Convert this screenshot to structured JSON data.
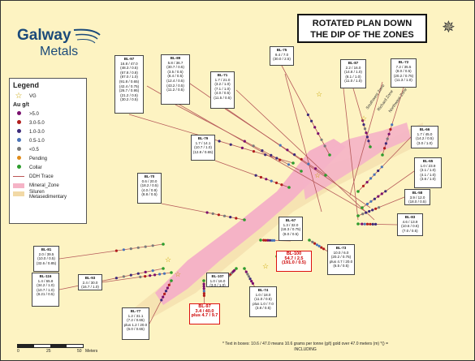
{
  "title_lines": [
    "ROTATED PLAN DOWN",
    "THE DIP OF THE ZONES"
  ],
  "logo": {
    "main": "Galway",
    "sub": "Metals"
  },
  "legend": {
    "title": "Legend",
    "vg_label": "VG",
    "au_header": "Au g/t",
    "grades": [
      {
        "label": ">5.0",
        "color": "#7a0f6e"
      },
      {
        "label": "3.0-5.0",
        "color": "#b11c1c"
      },
      {
        "label": "1.0-3.0",
        "color": "#3d2a7a"
      },
      {
        "label": "0.5-1.0",
        "color": "#4a74b8"
      },
      {
        "label": "<0.5",
        "color": "#7a7a7a"
      },
      {
        "label": "Pending",
        "color": "#e08c1a"
      },
      {
        "label": "Collar",
        "color": "#2d9c2d"
      }
    ],
    "trace_label": "DDH Trace",
    "zone_label": "Mineral_Zone",
    "sed_label": "Siluren Metasedimentary"
  },
  "colors": {
    "zone": "#f5b3c6",
    "sed": "#f2d9a6",
    "trace": "#b65a5a",
    "background": "#fdf3c2"
  },
  "zone_labels": [
    "Southwest Zone",
    "Richard Zone",
    "Northwest Zone"
  ],
  "boxes": [
    {
      "hd": "BL-97",
      "rows": [
        "16.8 / 47.0",
        "(48.3 / 0.5)",
        "(67.8 / 0.8)",
        "(87.0 / 1.0)",
        "(91.8 / 0.65)",
        "(42.4 / 0.75)",
        "(26.7 / 0.95)",
        "(21.2 / 0.5)",
        "(30.2 / 0.5)"
      ],
      "red": false
    },
    {
      "hd": "BL-89",
      "rows": [
        "5.8 / 36.7",
        "(30.7 / 0.5)",
        "(3.5 / 0.5)",
        "(8.4 / 0.5)",
        "(12.4 / 0.5)",
        "(43.2 / 0.5)",
        "(11.2 / 0.5)"
      ],
      "red": false
    },
    {
      "hd": "BL-71",
      "rows": [
        "1.7 / 21.0",
        "(3.2 / 1.0)",
        "(7.1 / 1.0)",
        "(4.0 / 0.5)",
        "(11.5 / 0.5)"
      ],
      "red": false
    },
    {
      "hd": "BL-75",
      "rows": [
        "9.4 / 7.0",
        "(30.0 / 2.5)"
      ],
      "red": false
    },
    {
      "hd": "BL-87",
      "rows": [
        "2.2 / 16.0",
        "(14.8 / 1.0)",
        "(8.1 / 1.0)",
        "(11.0 / 1.0)"
      ],
      "red": false
    },
    {
      "hd": "BL-72",
      "rows": [
        "7.2 / 35.5",
        "(8.0 / 0.5)",
        "(20.2 / 0.75)",
        "(11.3 / 1.0)"
      ],
      "red": false
    },
    {
      "hd": "BL-79",
      "rows": [
        "1.7 / 14.1",
        "(10.7 / 1.0)",
        "(12.8 / 0.65)"
      ],
      "red": false
    },
    {
      "hd": "BL-70",
      "rows": [
        "0.6 / 20.0",
        "(18.2 / 0.5)",
        "(4.0 / 0.9)",
        "(8.8 / 0.5)"
      ],
      "red": false
    },
    {
      "hd": "BL-66",
      "rows": [
        "1.7 / 45.0",
        "(14.2 / 0.5)",
        "(3.0 / 1.0)"
      ],
      "red": false
    },
    {
      "hd": "BL-65",
      "rows": [
        "1.0 / 23.9",
        "(3.1 / 1.0)",
        "(4.1 / 1.0)",
        "(3.6 / 1.0)"
      ],
      "red": false
    },
    {
      "hd": "BL-58",
      "rows": [
        "3.9 / 12.0",
        "(18.0 / 0.5)"
      ],
      "red": false
    },
    {
      "hd": "BL-83",
      "rows": [
        "4.6 / 13.9",
        "(10.6 / 0.6)",
        "(7.0 / 0.5)"
      ],
      "red": false
    },
    {
      "hd": "BL-81",
      "rows": [
        "2.0 / 39.5",
        "(10.0 / 0.5)",
        "(32.6 / 0.85)"
      ],
      "red": false
    },
    {
      "hd": "BL-67",
      "rows": [
        "1.3 / 32.0",
        "(18.3 / 0.75)",
        "(8.0 / 0.5)"
      ],
      "red": false
    },
    {
      "hd": "BL-73",
      "rows": [
        "10.0 / 6.0",
        "(20.2 / 0.75)",
        "plus 4.7 / 20.0",
        "(6.5 / 0.5)"
      ],
      "red": false
    },
    {
      "hd": "BL-100",
      "rows": [
        "54.7 / 2.5",
        "(191.0 / 0.5)"
      ],
      "red": true
    },
    {
      "hd": "BL-116",
      "rows": [
        "1.4 / 65.8",
        "(34.2 / 1.0)",
        "(10.7 / 1.0)",
        "(8.21 / 0.5)"
      ],
      "red": false
    },
    {
      "hd": "BL-93",
      "rows": [
        "2.4 / 30.0",
        "(16.7 / 1.0)"
      ],
      "red": false
    },
    {
      "hd": "BL-107",
      "rows": [
        "1.0 / 16.0",
        "(3.0 / 1.0)"
      ],
      "red": false
    },
    {
      "hd": "BL-74",
      "rows": [
        "1.0 / 18.0",
        "(11.0 / 0.5)",
        "plus 1.0 / 7.0",
        "(3.8 / 0.5)"
      ],
      "red": false
    },
    {
      "hd": "BL-77",
      "rows": [
        "1.2 / 31.1",
        "(7.2 / 0.65)",
        "plus 1.2 / 20.0",
        "(6.0 / 0.65)"
      ],
      "red": false
    },
    {
      "hd": "BL-97",
      "rows": [
        "3.4 / 40.0",
        "plus 4.7 / 9.7"
      ],
      "red": true
    }
  ],
  "scale": {
    "ticks": [
      "0",
      "25",
      "50"
    ],
    "unit": "Meters"
  },
  "note": "* Text in boxes: 10.6 / 47.0 means 10.6 grams per tonne (g/t) gold over 47.0 meters (m) *() = INCLUDING"
}
